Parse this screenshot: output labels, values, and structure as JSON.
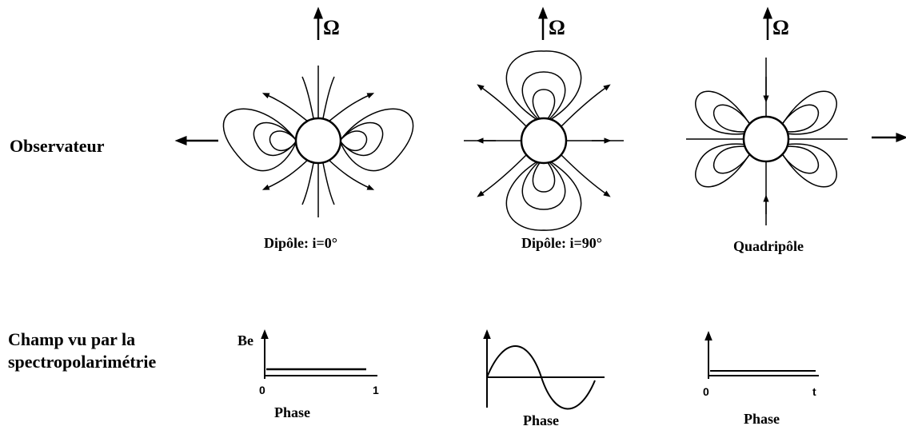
{
  "observer_label": "Observateur",
  "omega_symbol": "Ω",
  "configs": [
    {
      "caption": "Dipôle: i=0°",
      "phase_label": "Phase",
      "x_start": "0",
      "x_end": "1",
      "y_label": "Be"
    },
    {
      "caption": "Dipôle: i=90°",
      "phase_label": "Phase"
    },
    {
      "caption": "Quadripôle",
      "phase_label": "Phase",
      "x_start": "0",
      "x_end": "t"
    }
  ],
  "row_label": {
    "line1": "Champ vu par la",
    "line2": "spectropolarimétrie"
  }
}
